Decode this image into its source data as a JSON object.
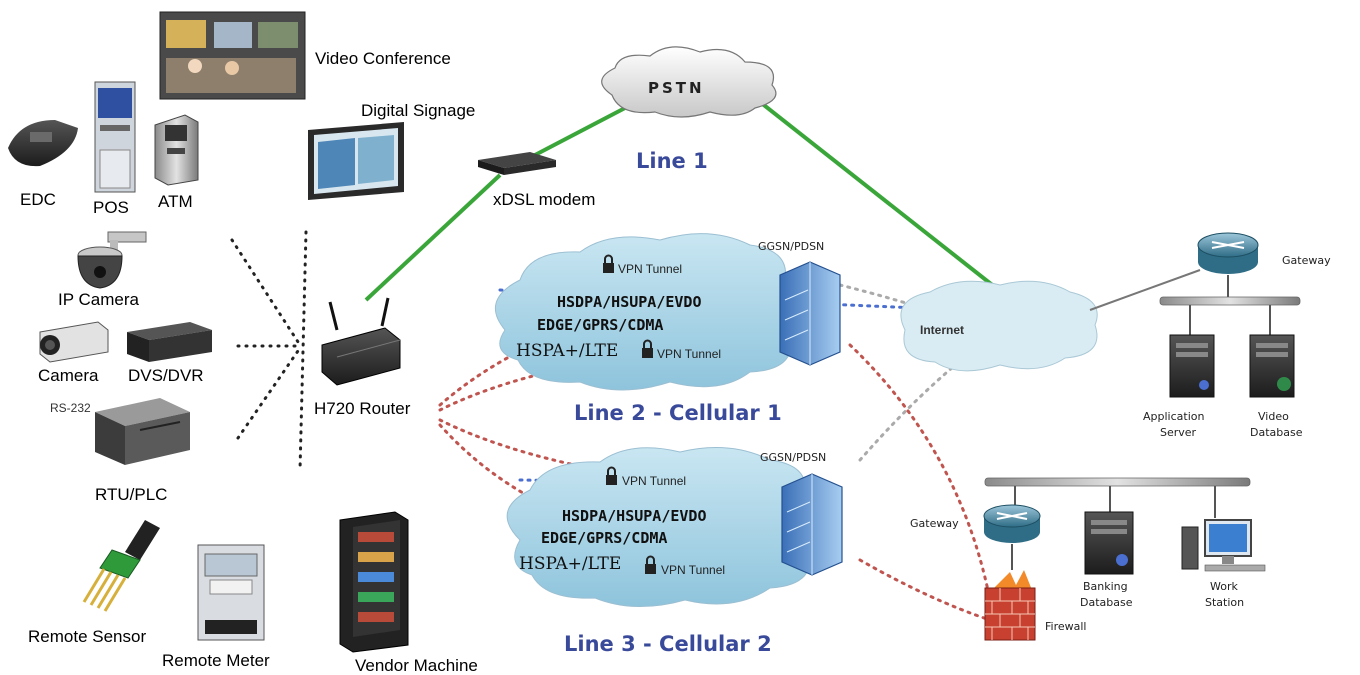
{
  "devices": {
    "video_conference": "Video Conference",
    "digital_signage": "Digital Signage",
    "edc": "EDC",
    "pos": "POS",
    "atm": "ATM",
    "ip_camera": "IP Camera",
    "camera": "Camera",
    "dvs_dvr": "DVS/DVR",
    "rs232": "RS-232",
    "rtu_plc": "RTU/PLC",
    "remote_sensor": "Remote Sensor",
    "remote_meter": "Remote Meter",
    "vendor_machine": "Vendor Machine"
  },
  "router": {
    "label": "H720 Router"
  },
  "modem": {
    "label": "xDSL modem"
  },
  "pstn": {
    "label": "PSTN"
  },
  "line1": {
    "label": "Line 1"
  },
  "cellular1": {
    "line_label": "Line 2 - Cellular 1",
    "ggsn": "GGSN/PDSN",
    "vpn_top": "VPN Tunnel",
    "vpn_bottom": "VPN Tunnel",
    "tech1": "HSDPA/HSUPA/EVDO",
    "tech2": "EDGE/GPRS/CDMA",
    "tech3": "HSPA+/LTE"
  },
  "cellular2": {
    "line_label": "Line 3 - Cellular 2",
    "ggsn": "GGSN/PDSN",
    "vpn_top": "VPN Tunnel",
    "vpn_bottom": "VPN Tunnel",
    "tech1": "HSDPA/HSUPA/EVDO",
    "tech2": "EDGE/GPRS/CDMA",
    "tech3": "HSPA+/LTE"
  },
  "internet": {
    "label": "Internet"
  },
  "datacenter": {
    "gateway": "Gateway",
    "app_server_1": "Application",
    "app_server_2": "Server",
    "video_db_1": "Video",
    "video_db_2": "Database"
  },
  "bank": {
    "gateway": "Gateway",
    "banking_db_1": "Banking",
    "banking_db_2": "Database",
    "workstation_1": "Work",
    "workstation_2": "Station",
    "firewall": "Firewall"
  },
  "colors": {
    "line_label": "#3a4a9a",
    "wired_link": "#3aa63a",
    "cloud": "#a9d3e6",
    "tunnel_blue": "#4a6fd0",
    "tunnel_red": "#c0544f"
  },
  "icons": {
    "lock": "lock-icon",
    "router": "router-icon",
    "server": "server-icon"
  }
}
